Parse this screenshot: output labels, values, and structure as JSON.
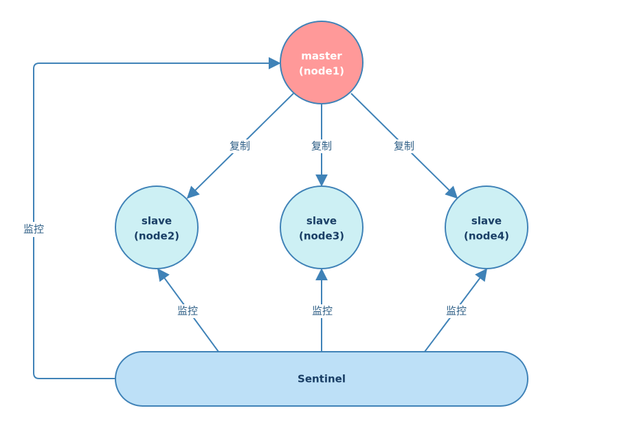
{
  "colors": {
    "edge": "#3f82b7",
    "master_fill": "#ff9999",
    "master_text": "#ffffff",
    "slave_fill": "#cdf0f4",
    "slave_text": "#1a3f66",
    "sentinel_fill": "#bde0f7",
    "sentinel_text": "#1a3f66"
  },
  "nodes": {
    "master": {
      "line1": "master",
      "line2": "(node1)"
    },
    "slave2": {
      "line1": "slave",
      "line2": "(node2)"
    },
    "slave3": {
      "line1": "slave",
      "line2": "(node3)"
    },
    "slave4": {
      "line1": "slave",
      "line2": "(node4)"
    },
    "sentinel": {
      "label": "Sentinel"
    }
  },
  "edges": {
    "replicate_label": "复制",
    "monitor_label": "监控"
  }
}
